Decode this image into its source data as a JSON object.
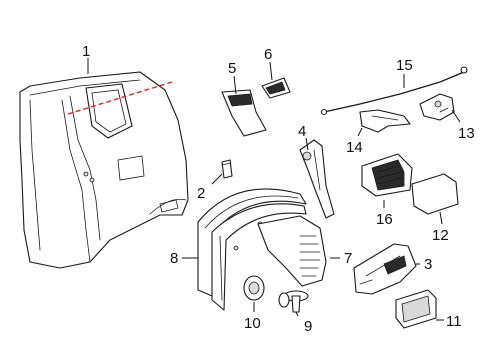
{
  "diagram": {
    "accent_color": "#e0262a",
    "callouts": [
      {
        "id": "c1",
        "label": "1"
      },
      {
        "id": "c2",
        "label": "2"
      },
      {
        "id": "c3",
        "label": "3"
      },
      {
        "id": "c4",
        "label": "4"
      },
      {
        "id": "c5",
        "label": "5"
      },
      {
        "id": "c6",
        "label": "6"
      },
      {
        "id": "c7",
        "label": "7"
      },
      {
        "id": "c8",
        "label": "8"
      },
      {
        "id": "c9",
        "label": "9"
      },
      {
        "id": "c10",
        "label": "10"
      },
      {
        "id": "c11",
        "label": "11"
      },
      {
        "id": "c12",
        "label": "12"
      },
      {
        "id": "c13",
        "label": "13"
      },
      {
        "id": "c14",
        "label": "14"
      },
      {
        "id": "c15",
        "label": "15"
      },
      {
        "id": "c16",
        "label": "16"
      }
    ]
  }
}
